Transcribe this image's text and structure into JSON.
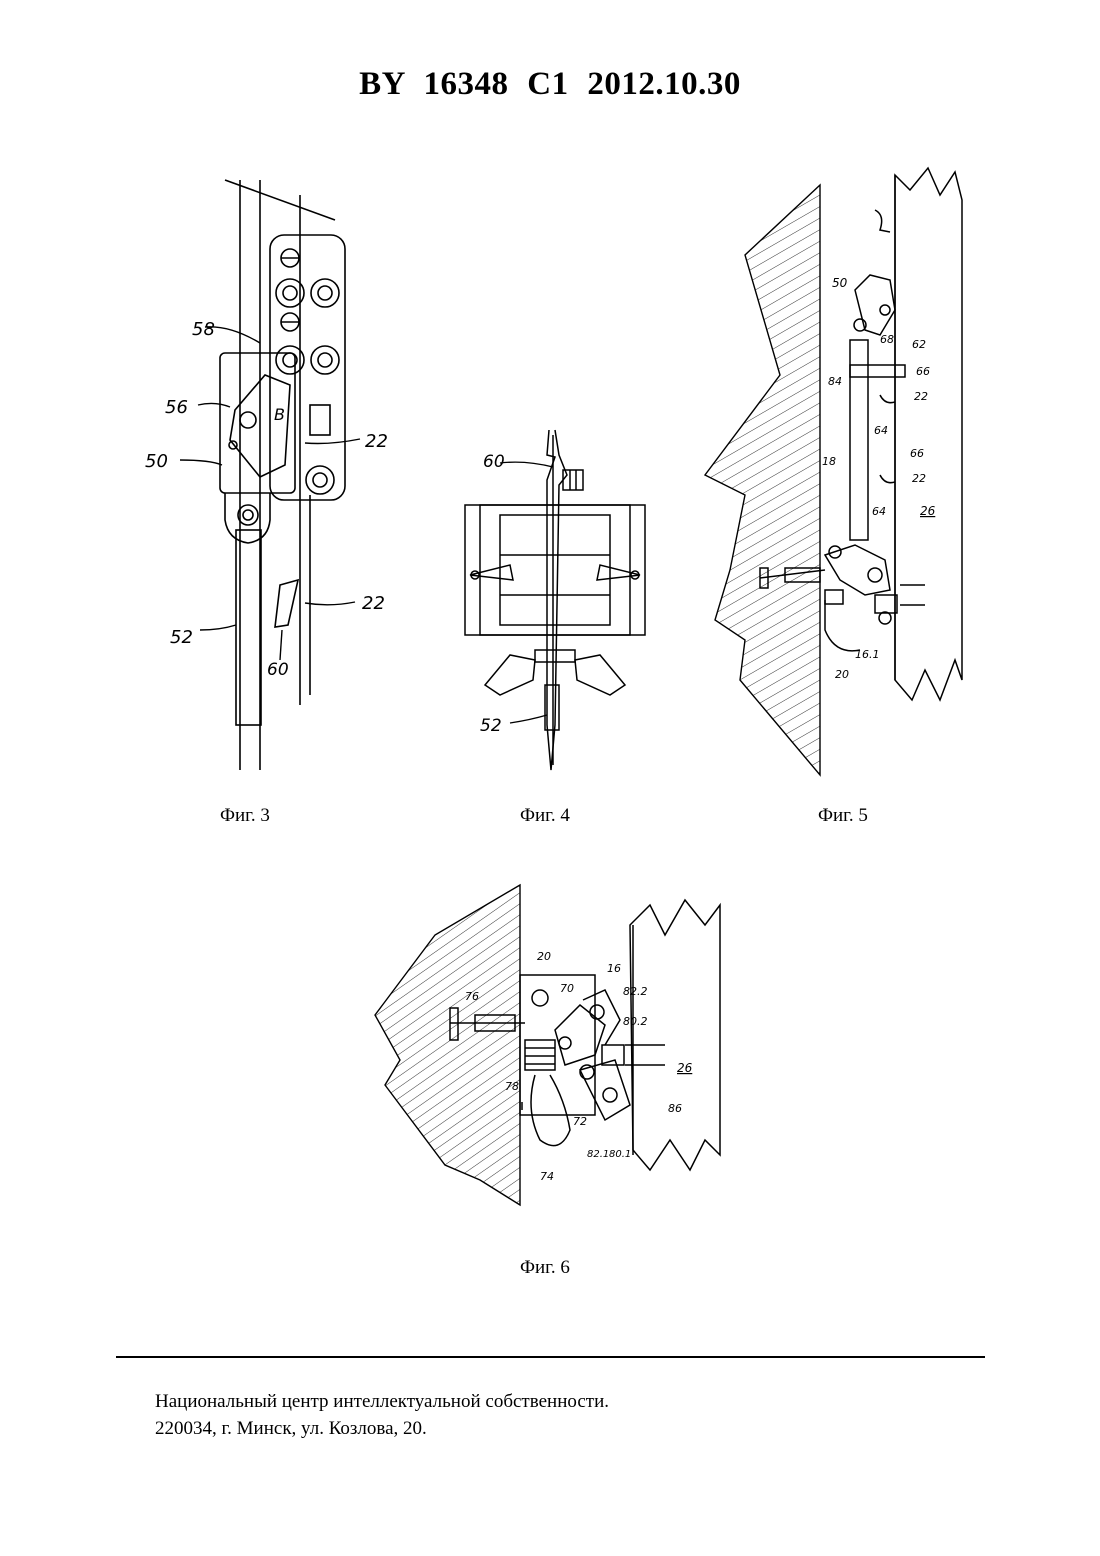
{
  "header": {
    "title": "BY  16348  C1  2012.10.30"
  },
  "figures": {
    "fig3": {
      "caption": "Фиг. 3",
      "labels": [
        "58",
        "56",
        "B",
        "50",
        "22",
        "52",
        "60",
        "22"
      ]
    },
    "fig4": {
      "caption": "Фиг. 4",
      "labels": [
        "60",
        "52"
      ]
    },
    "fig5": {
      "caption": "Фиг. 5",
      "labels": [
        "50",
        "68",
        "62",
        "66",
        "84",
        "22",
        "64",
        "18",
        "66",
        "22",
        "64",
        "26",
        "20",
        "16.1"
      ]
    },
    "fig6": {
      "caption": "Фиг. 6",
      "labels": [
        "20",
        "76",
        "70",
        "16",
        "82.2",
        "80.2",
        "26",
        "78",
        "72",
        "82.1",
        "80.1",
        "86",
        "74"
      ]
    }
  },
  "footer": {
    "line1": "Национальный центр интеллектуальной собственности.",
    "line2": "220034, г. Минск, ул. Козлова, 20."
  }
}
